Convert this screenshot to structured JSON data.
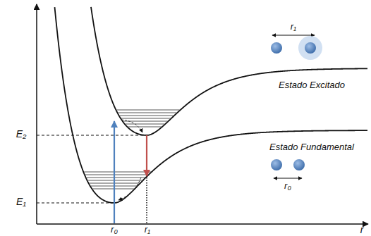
{
  "diagram": {
    "labels": [
      "E₂",
      "E₁",
      "r₀",
      "r₁",
      "r",
      "Estado Excitado",
      "Estado Fundamental",
      "r₁",
      "r₀"
    ]
  }
}
